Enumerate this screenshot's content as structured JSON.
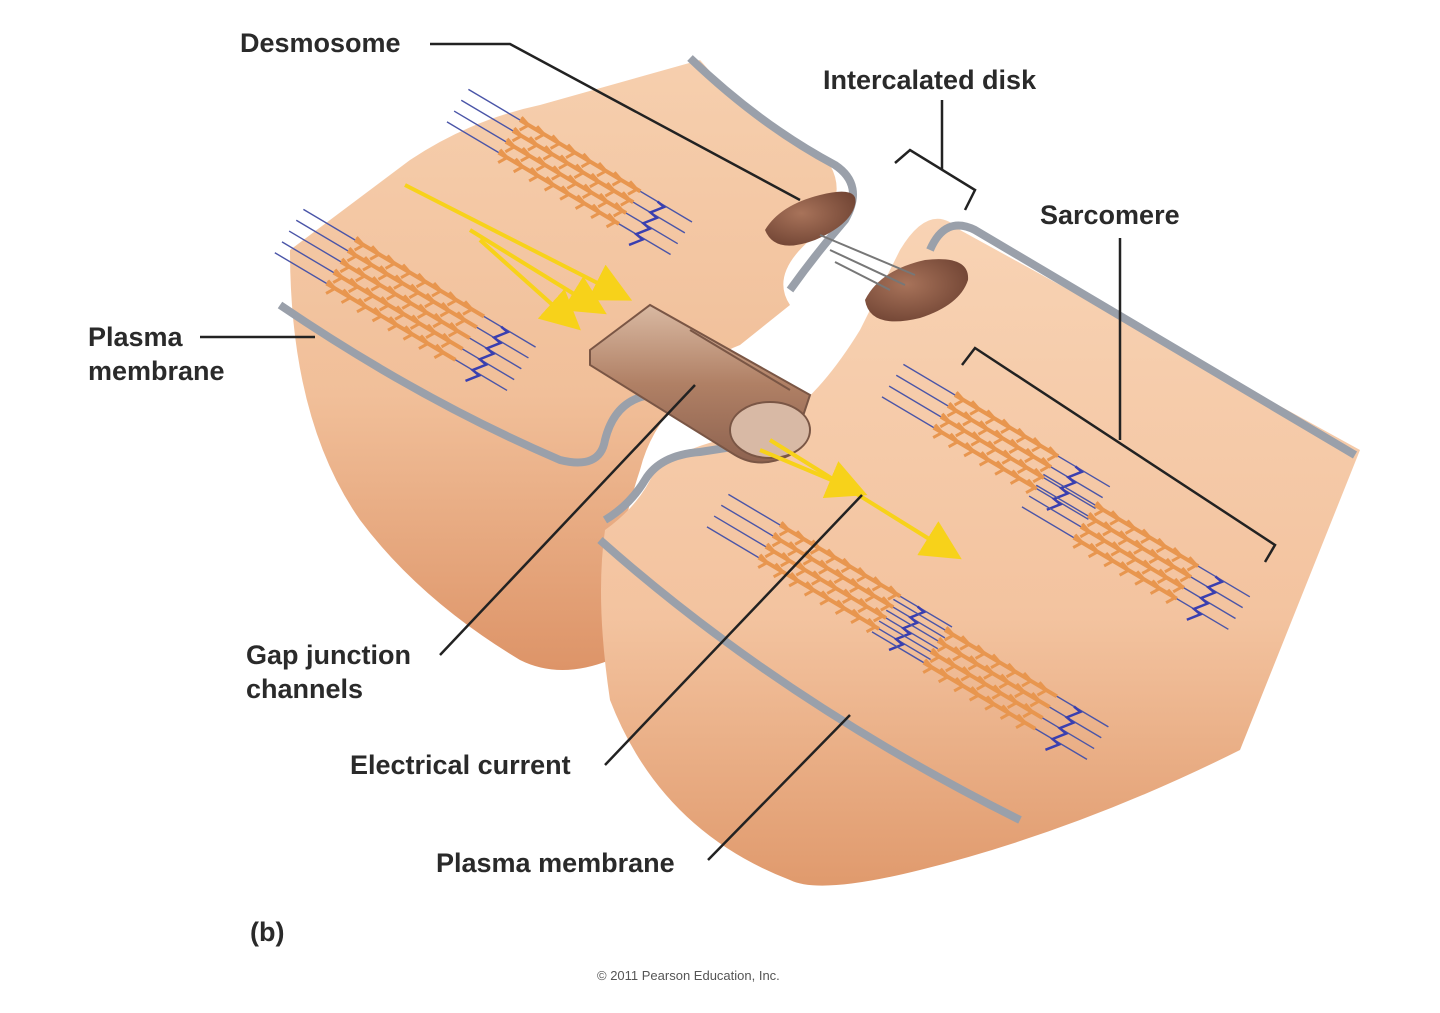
{
  "labels": {
    "desmosome": "Desmosome",
    "intercalated_disk": "Intercalated disk",
    "sarcomere": "Sarcomere",
    "plasma_membrane_left_line1": "Plasma",
    "plasma_membrane_left_line2": "membrane",
    "gap_junction_line1": "Gap junction",
    "gap_junction_line2": "channels",
    "electrical_current": "Electrical current",
    "plasma_membrane_bottom": "Plasma membrane",
    "panel_letter": "(b)",
    "copyright": "© 2011 Pearson Education, Inc."
  },
  "colors": {
    "cell_body": "#f4c7a3",
    "cell_shadow": "#e29a73",
    "membrane": "#9aa0aa",
    "myofibril_thin": "#4a55a8",
    "myosin": "#e8964f",
    "arrow": "#f7d21a",
    "channel": "#b5876a",
    "desmosome": "#8a5a44",
    "leader_line": "#222222"
  }
}
